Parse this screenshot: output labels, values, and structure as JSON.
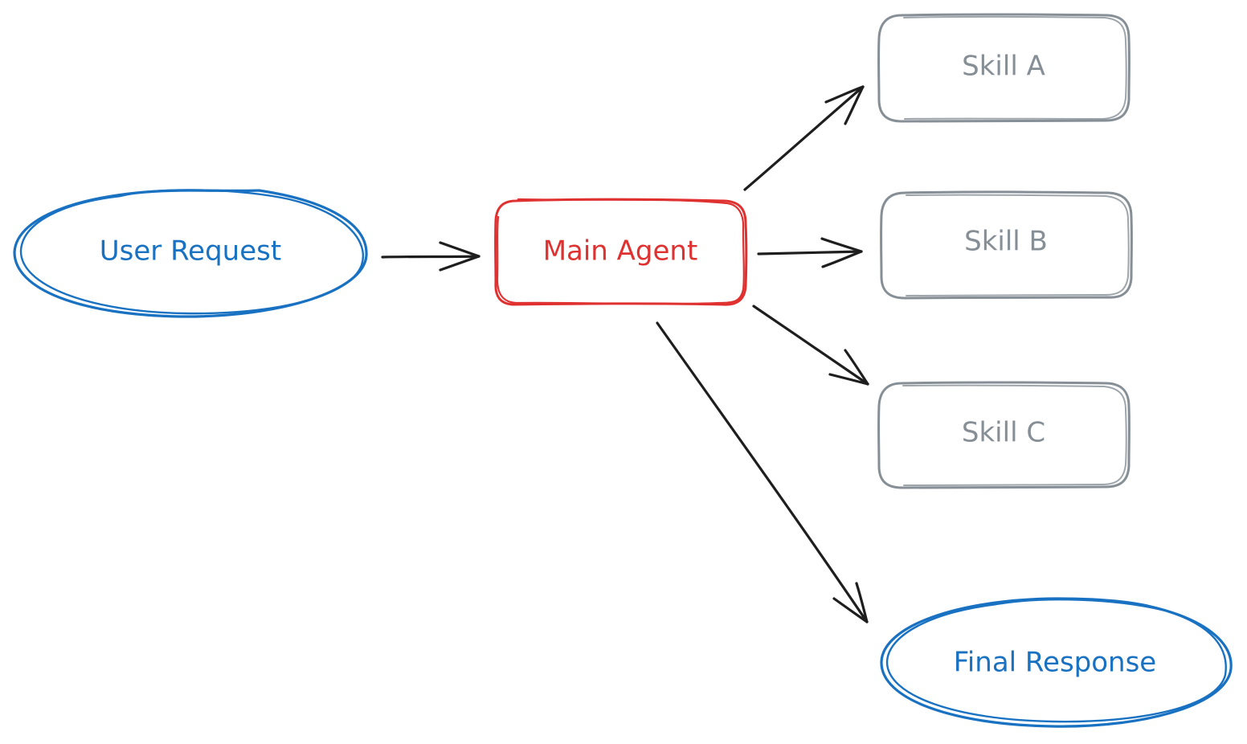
{
  "colors": {
    "blue": "#1971c2",
    "red": "#e03131",
    "gray": "#868e96",
    "arrow": "#1e1e1e"
  },
  "nodes": {
    "user_request": {
      "label": "User Request"
    },
    "main_agent": {
      "label": "Main Agent"
    },
    "skill_a": {
      "label": "Skill A"
    },
    "skill_b": {
      "label": "Skill B"
    },
    "skill_c": {
      "label": "Skill C"
    },
    "final_response": {
      "label": "Final Response"
    }
  }
}
